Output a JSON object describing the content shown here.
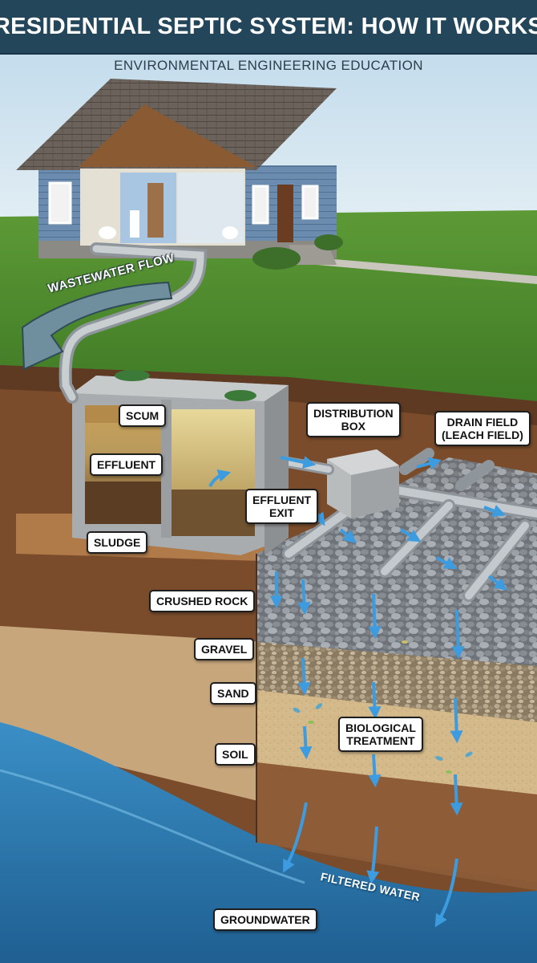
{
  "title": "RESIDENTIAL SEPTIC SYSTEM: HOW IT WORKS",
  "subtitle": "ENVIRONMENTAL ENGINEERING EDUCATION",
  "labels": {
    "wastewater_flow": "WASTEWATER FLOW",
    "scum": "SCUM",
    "effluent": "EFFLUENT",
    "sludge": "SLUDGE",
    "distribution_box": [
      "DISTRIBUTION",
      "BOX"
    ],
    "drain_field": [
      "DRAIN FIELD",
      "(LEACH FIELD)"
    ],
    "effluent_exit": [
      "EFFLUENT",
      "EXIT"
    ],
    "crushed_rock": "CRUSHED ROCK",
    "gravel": "GRAVEL",
    "sand": "SAND",
    "biological_treatment": [
      "BIOLOGICAL",
      "TREATMENT"
    ],
    "soil": "SOIL",
    "filtered_water": "FILTERED WATER",
    "groundwater": "GROUNDWATER"
  },
  "colors": {
    "banner": "#23465b",
    "sky": "#cfe3ef",
    "grass": "#4f8a2f",
    "soil": "#8a5a35",
    "water": "#2e7fb8",
    "flow_arrow": "#4aa3de"
  }
}
